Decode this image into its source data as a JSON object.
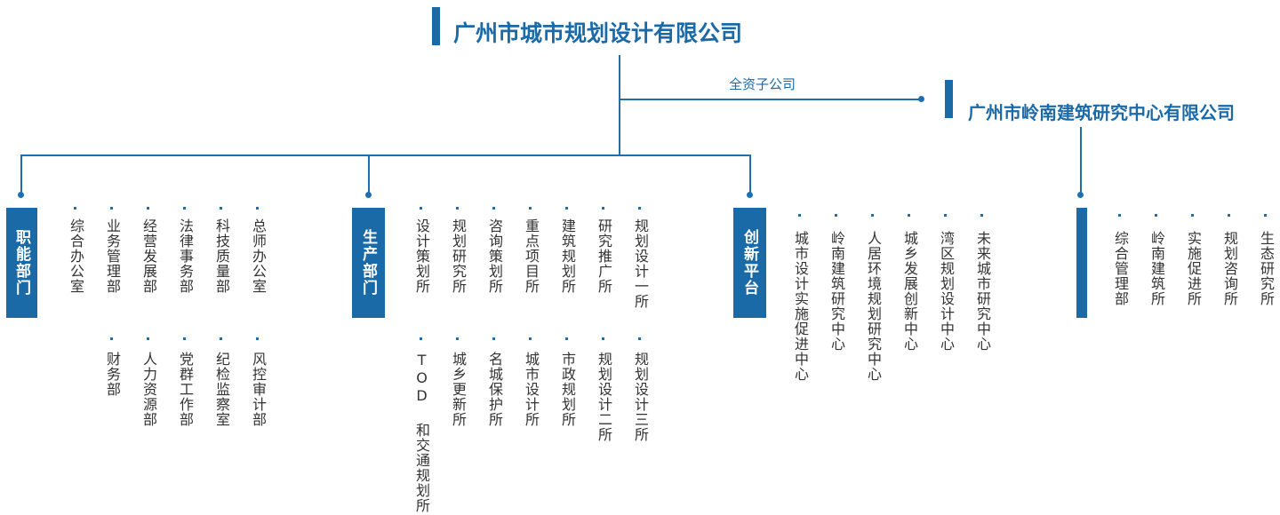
{
  "company": {
    "name": "广州市城市规划设计有限公司"
  },
  "subsidiary": {
    "relation": "全资子公司",
    "name": "广州市岭南建筑研究中心有限公司"
  },
  "groups": [
    {
      "name": "职能部门",
      "units": [
        "综合办公室",
        "业务管理部",
        "经营发展部",
        "法律事务部",
        "科技质量部",
        "总师办公室",
        "财务部",
        "人力资源部",
        "党群工作部",
        "纪检监察室",
        "风控审计部"
      ]
    },
    {
      "name": "生产部门",
      "units": [
        "设计策划所",
        "规划研究所",
        "咨询策划所",
        "重点项目所",
        "建筑规划所",
        "研究推广所",
        "规划设计一所",
        "TOD 和交通规划所",
        "城乡更新所",
        "名城保护所",
        "城市设计所",
        "市政规划所",
        "规划设计二所",
        "规划设计三所"
      ]
    },
    {
      "name": "创新平台",
      "units": [
        "城市设计实施促进中心",
        "岭南建筑研究中心",
        "人居环境规划研究中心",
        "城乡发展创新中心",
        "湾区规划设计中心",
        "未来城市研究中心"
      ]
    },
    {
      "name": "",
      "units": [
        "综合管理部",
        "岭南建筑所",
        "实施促进所",
        "规划咨询所",
        "生态研究所"
      ]
    }
  ]
}
